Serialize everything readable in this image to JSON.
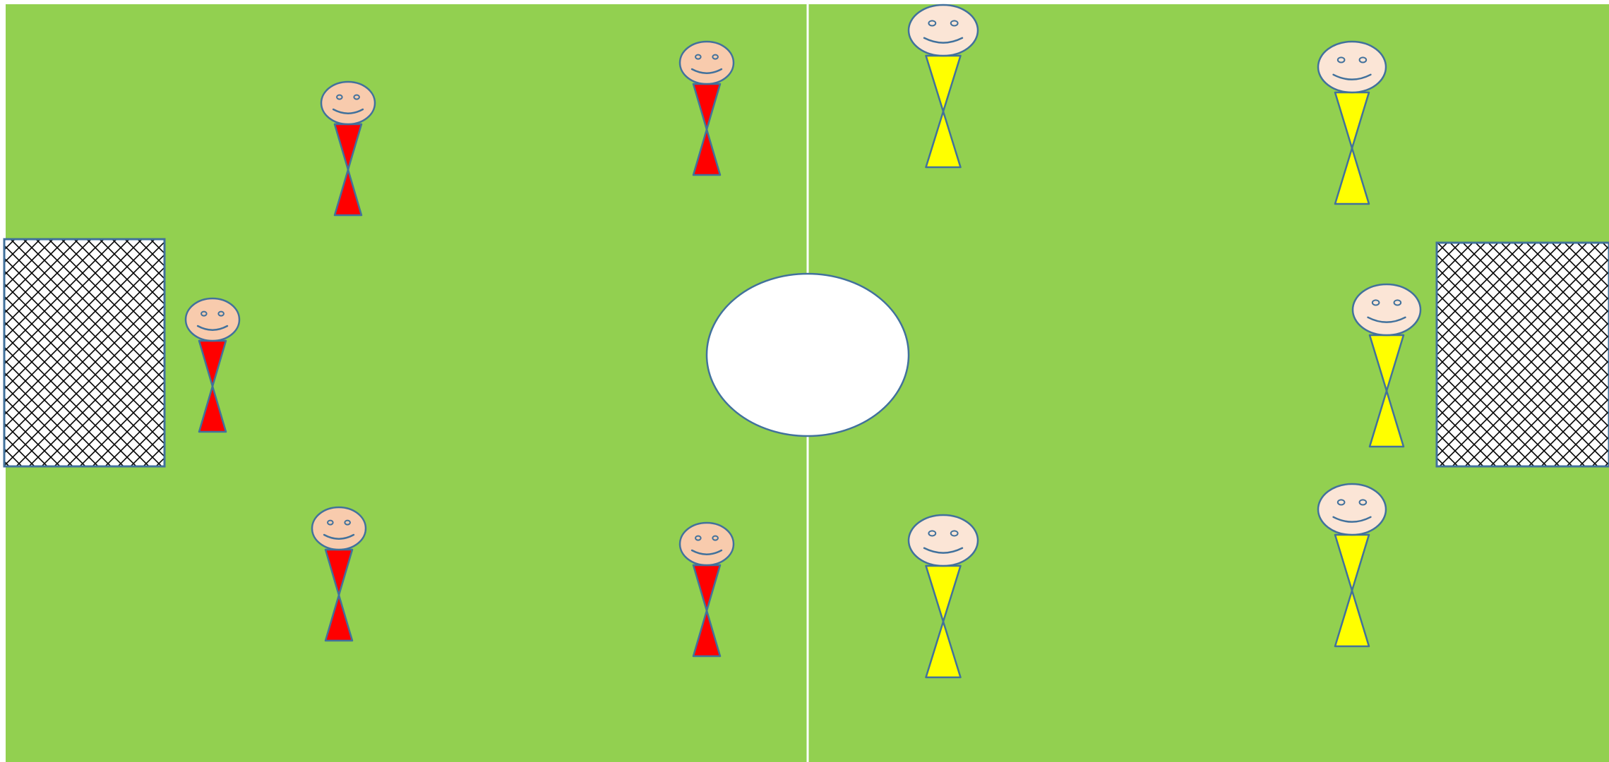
{
  "colors": {
    "field": "#92d050",
    "line": "#ffffff",
    "center_circle_fill": "#ffffff",
    "outline": "#41719c",
    "team_red_head": "#f8cbad",
    "team_red_body": "#ff0000",
    "team_yellow_head": "#fbe5d6",
    "team_yellow_body": "#ffff00",
    "goal_fill": "#ffffff",
    "goal_net": "#000000"
  },
  "field": {
    "elements": [
      "halfway-line",
      "center-circle",
      "left-goal",
      "right-goal"
    ]
  },
  "teams": [
    {
      "name": "red",
      "player_count": 5
    },
    {
      "name": "yellow",
      "player_count": 5
    }
  ]
}
